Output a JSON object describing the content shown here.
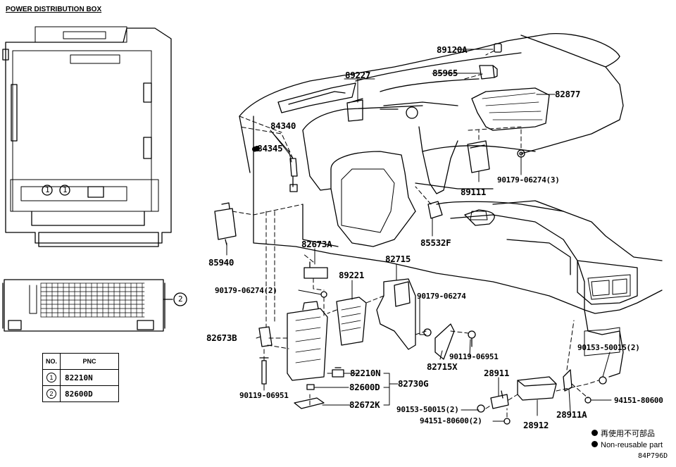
{
  "title": "POWER DISTRIBUTION BOX",
  "table": {
    "header_no": "NO.",
    "header_pnc": "PNC",
    "rows": [
      {
        "no": "1",
        "pnc": "82210N"
      },
      {
        "no": "2",
        "pnc": "82600D"
      }
    ]
  },
  "callouts": {
    "c1": "1",
    "c2": "2"
  },
  "parts": {
    "p89120A": "89120A",
    "p89227": "89227",
    "p85965": "85965",
    "p82877": "82877",
    "p84340": "84340",
    "p84345": "●84345",
    "p89111": "89111",
    "p90179_06274_3": "90179-06274(3)",
    "p85940": "85940",
    "p82673A": "82673A",
    "p85532F": "85532F",
    "p82715": "82715",
    "p90179_06274_2": "90179-06274(2)",
    "p89221": "89221",
    "p90179_06274": "90179-06274",
    "p82673B": "82673B",
    "p90119_06951_a": "90119-06951",
    "p82715X": "82715X",
    "p82210N": "82210N",
    "p82600D": "82600D",
    "p82730G": "82730G",
    "p90119_06951_b": "90119-06951",
    "p82672K": "82672K",
    "p28911": "28911",
    "p90153_50015_a": "90153-50015(2)",
    "p28911A": "28911A",
    "p94151_80600_a": "94151-80600",
    "p90153_50015_b": "90153-50015(2)",
    "p94151_80600_b": "94151-80600(2)",
    "p28912": "28912"
  },
  "legend": {
    "jp": "再使用不可部品",
    "en": "Non-reusable part"
  },
  "figure_code": "84P796D"
}
